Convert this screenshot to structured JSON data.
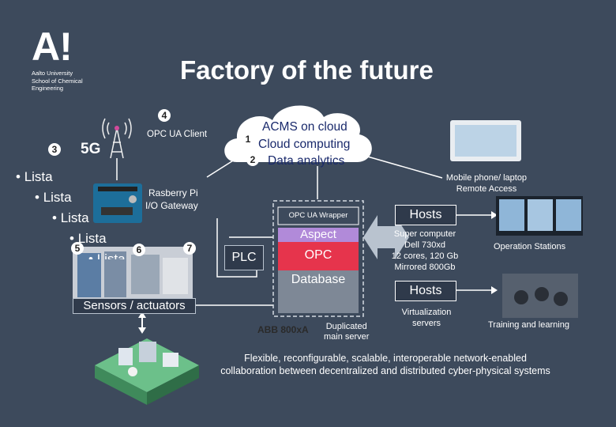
{
  "header": {
    "logo_mark": "A!",
    "logo_lines": [
      "Aalto University",
      "School of Chemical",
      "Engineering"
    ],
    "title": "Factory of the future"
  },
  "markers": [
    "4",
    "3",
    "1",
    "2",
    "5",
    "6",
    "7"
  ],
  "left": {
    "opc_ua_client": "OPC UA Client",
    "five_g": "5G",
    "lista_items": [
      "Lista",
      "Lista",
      "Lista",
      "Lista",
      "Lista"
    ],
    "rasberry_pi": "Rasberry Pi",
    "io_gateway": "I/O Gateway",
    "sensors": "Sensors / actuators"
  },
  "cloud": {
    "title": "ACMS on cloud",
    "line1": "Cloud computing",
    "line2": "Data analytics"
  },
  "center": {
    "plc": "PLC",
    "wrapper": "OPC UA Wrapper",
    "aspect": "Aspect",
    "opc": "OPC",
    "database": "Database",
    "abb": "ABB 800xA",
    "duplicated": "Duplicated",
    "main_server": "main server"
  },
  "right": {
    "mobile_1": "Mobile phone/ laptop",
    "mobile_2": "Remote Access",
    "hosts_top": "Hosts",
    "super_lines": [
      "Super computer",
      "Dell 730xd",
      "12 cores, 120 Gb",
      "Mirrored 800Gb"
    ],
    "operation_stations": "Operation Stations",
    "hosts_bottom": "Hosts",
    "virt_1": "Virtualization",
    "virt_2": "servers",
    "training": "Training and learning"
  },
  "footer": {
    "line1": "Flexible, reconfigurable, scalable, interoperable network-enabled",
    "line2": "collaboration between decentralized and distributed cyber-physical systems"
  },
  "colors": {
    "background": "#3d4a5c",
    "aspect": "#b18ad9",
    "opc": "#e6344c",
    "database": "#7e8896",
    "cloud_text": "#1a2a6c"
  }
}
